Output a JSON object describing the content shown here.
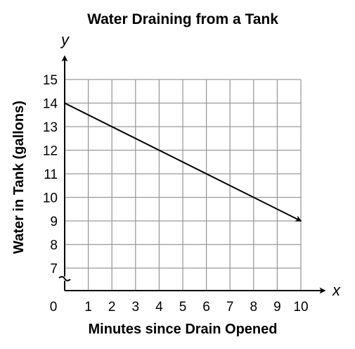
{
  "chart_data": {
    "type": "line",
    "title": "Water Draining from a Tank",
    "xlabel": "Minutes since Drain Opened",
    "ylabel": "Water in Tank (gallons)",
    "x_axis_var": "x",
    "y_axis_var": "y",
    "xlim": [
      0,
      10
    ],
    "ylim": [
      6.5,
      15
    ],
    "y_axis_break": true,
    "x_ticks": [
      0,
      1,
      2,
      3,
      4,
      5,
      6,
      7,
      8,
      9,
      10
    ],
    "y_ticks": [
      7,
      8,
      9,
      10,
      11,
      12,
      13,
      14,
      15
    ],
    "grid": true,
    "series": [
      {
        "x": [
          0,
          10
        ],
        "y": [
          14,
          9
        ],
        "arrow_end": true
      }
    ],
    "colors": {
      "line": "#000000",
      "grid": "#9a9a9a"
    }
  }
}
